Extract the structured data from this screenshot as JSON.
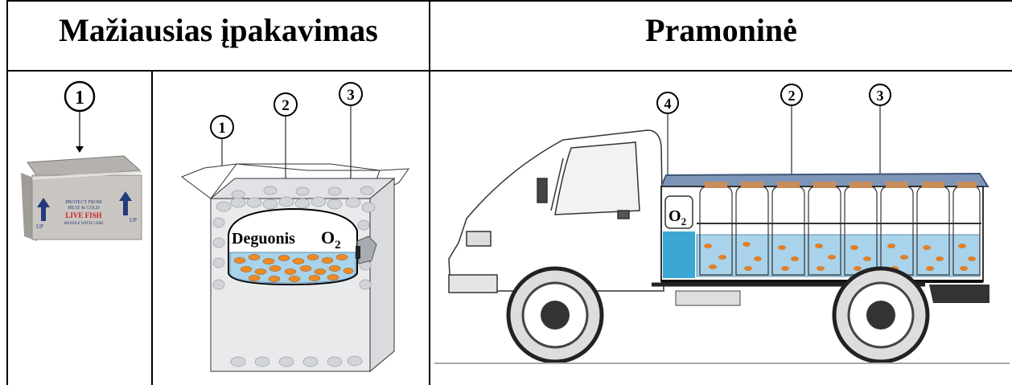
{
  "table": {
    "header_left": "Mažiausias įpakavimas",
    "header_right": "Pramoninė"
  },
  "box_label": {
    "top": "PROTECT FROM",
    "mid": "HEAT & COLD",
    "main": "LIVE FISH",
    "bottom": "HANDLE WITH CARE",
    "up": "UP"
  },
  "callouts": {
    "box_photo": [
      "1"
    ],
    "bag_diagram": [
      "1",
      "2",
      "3"
    ],
    "truck": [
      "4",
      "2",
      "3"
    ]
  },
  "bag_text": {
    "oxygen_word": "Deguonis",
    "o": "O",
    "sub": "2"
  },
  "truck_text": {
    "o": "O",
    "sub": "2"
  }
}
